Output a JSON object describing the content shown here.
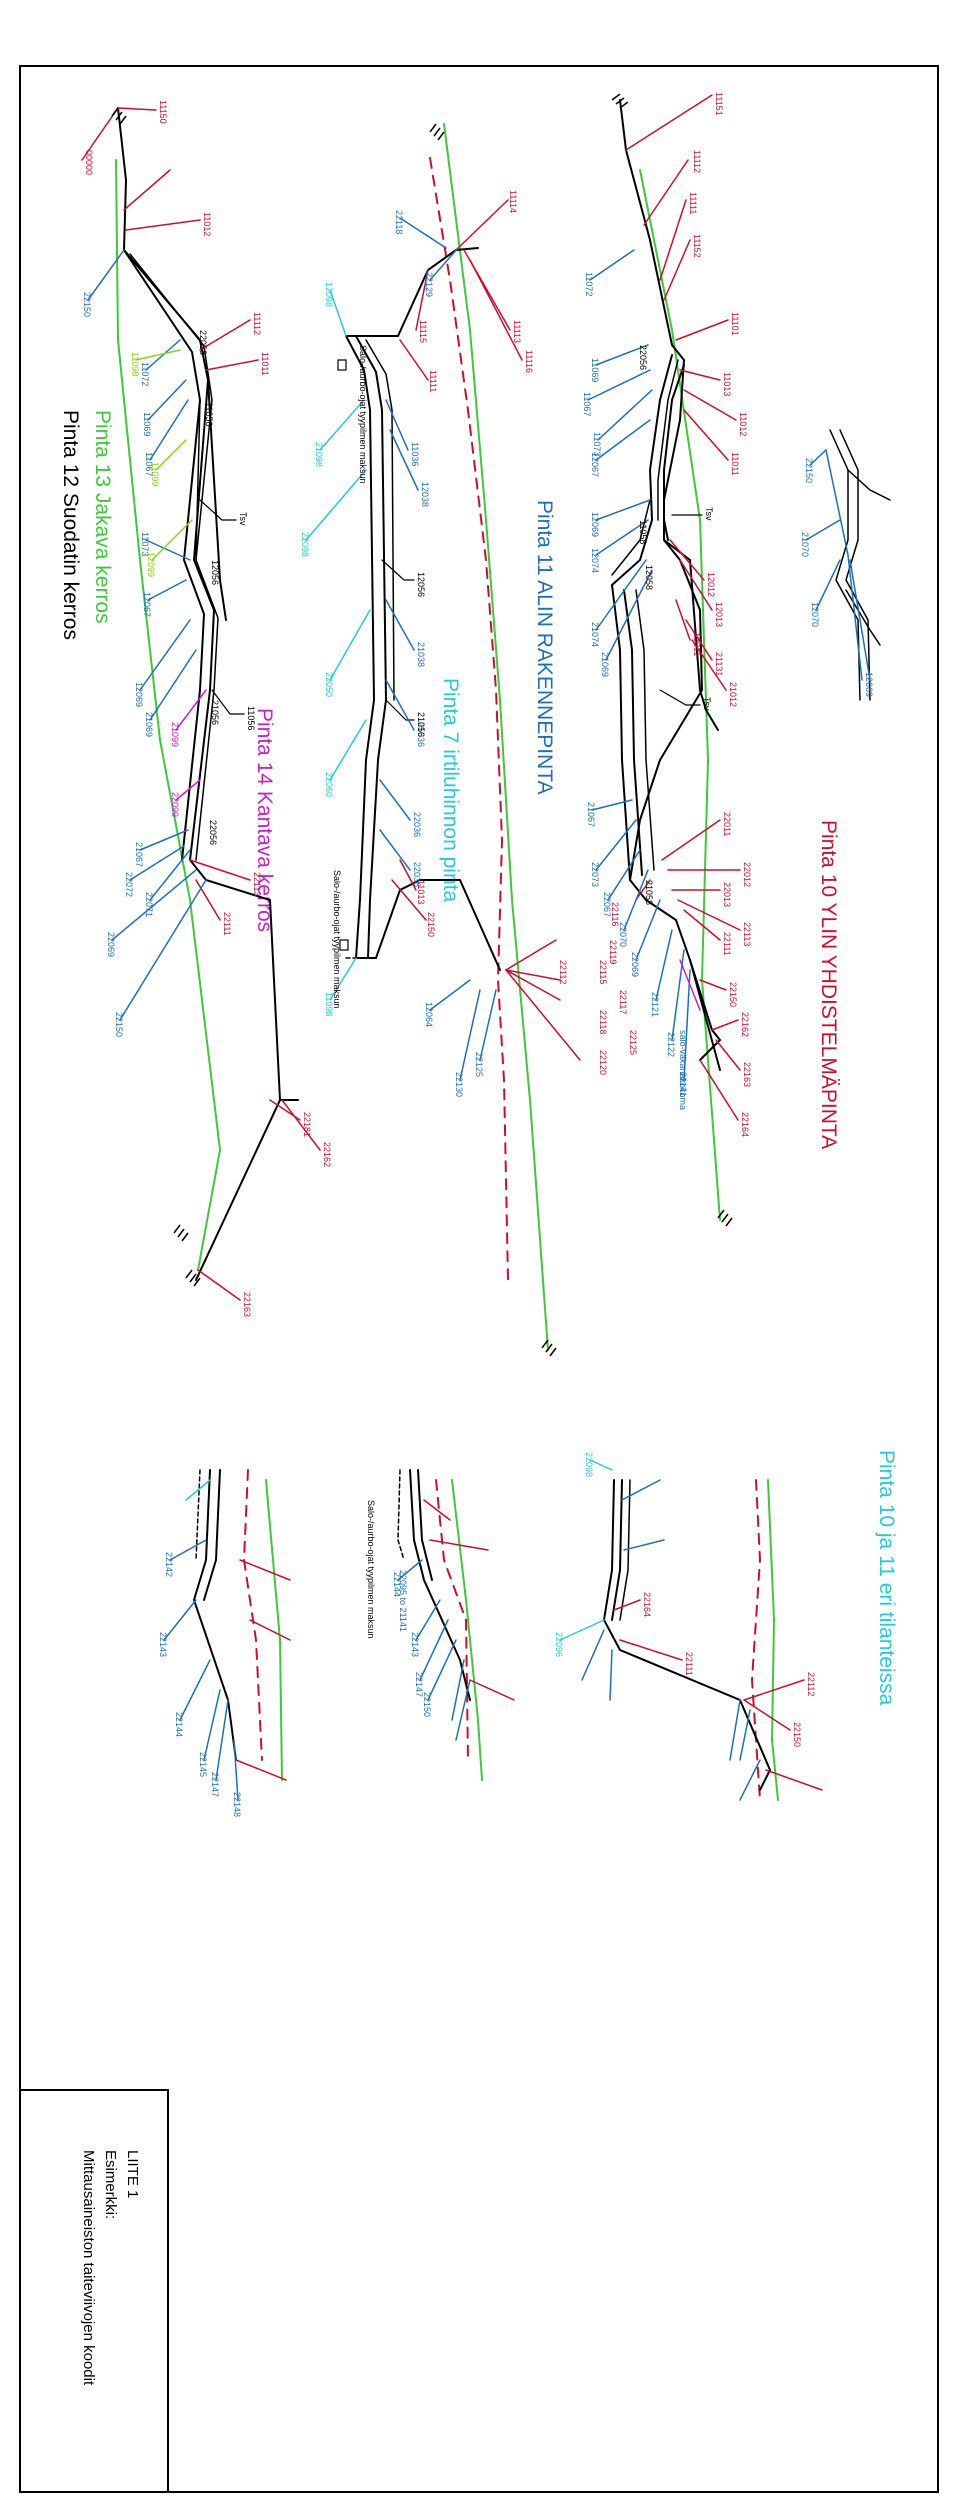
{
  "colors": {
    "frame": "#000000",
    "red": "#c8102e",
    "blue": "#1f6fb5",
    "cyan": "#29c9d9",
    "green": "#3ec83a",
    "magenta": "#c623c6",
    "lime": "#86d51c"
  },
  "labels": {
    "pinta10": "Pinta 10 YLIN YHDISTELMÄPINTA",
    "pinta11": "Pinta 11 ALIN RAKENNEPINTA",
    "pinta7": "Pinta 7 irtiluhinnon pinta",
    "pinta13": "Pinta 13 Jakava kerros",
    "pinta12": "Pinta 12 Suodatin kerros",
    "pinta14": "Pinta 14 Kantava kerros",
    "pinta1011": "Pinta 10 ja 11 eri tilanteissa"
  },
  "codes": {
    "red": [
      "11151",
      "11112",
      "11111",
      "11152",
      "11101",
      "11013",
      "11012",
      "11011",
      "12012",
      "12013",
      "12011",
      "21131",
      "21012",
      "22011",
      "22012",
      "22013",
      "22113",
      "22111",
      "22150",
      "22162",
      "22163",
      "22164",
      "22116",
      "22115",
      "22117",
      "22118",
      "22125",
      "22112",
      "22119",
      "22120",
      "00000",
      "11150",
      "11114",
      "11113",
      "11116",
      "11115",
      "11111",
      "11112",
      "11011",
      "11012",
      "11013",
      "22150",
      "22113",
      "22111",
      "22181",
      "22162",
      "22163",
      "22164",
      "22111",
      "22112",
      "22150"
    ],
    "blue": [
      "11072",
      "11069",
      "11067",
      "11073",
      "12067",
      "12069",
      "12074",
      "21074",
      "21069",
      "21067",
      "22073",
      "22067",
      "22070",
      "22069",
      "22121",
      "22122",
      "22141",
      "22150",
      "21070",
      "12070",
      "12069",
      "12064",
      "22130",
      "22125",
      "22118",
      "22129",
      "22150",
      "11072",
      "11069",
      "11067",
      "11073",
      "12067",
      "12069",
      "21069",
      "21067",
      "22072",
      "22071",
      "22069",
      "22150",
      "11036",
      "12038",
      "21038",
      "21036",
      "22036",
      "22038",
      "22142",
      "22143",
      "22144",
      "22145",
      "22147",
      "22148",
      "22144",
      "22143",
      "22147",
      "22150"
    ],
    "cyan": [
      "12098",
      "21098",
      "22098",
      "22050",
      "22060",
      "11098",
      "22098",
      "22096"
    ],
    "black": [
      "Tsv",
      "Tsv",
      "Tsv",
      "11056",
      "12056",
      "21056",
      "22056",
      "11058",
      "12058",
      "21058",
      "22058",
      "11056",
      "12056",
      "21056",
      "22056",
      "Tsv",
      "Tsv",
      "Tsv",
      "Tsv",
      "Tsv"
    ],
    "magenta": [
      "21099",
      "22099"
    ],
    "lime": [
      "11098",
      "11099",
      "12099",
      "12098",
      "21099"
    ]
  },
  "notes": {
    "n1": "Salo-/aurbo-ojat tyypilmen maksun",
    "n2": "Salo-/aurbo-ojat tyypilmen maksun",
    "n3": "Salo-/aurbo-ojat tyypilmen maksun",
    "range": "22095 to 21141",
    "lowest": "salo-väkanakokoma"
  },
  "titleblock": {
    "line1": "LIITE 1",
    "line2": "Esimerkki:",
    "line3": "Mittausaineiston taiteviivojen koodit"
  }
}
